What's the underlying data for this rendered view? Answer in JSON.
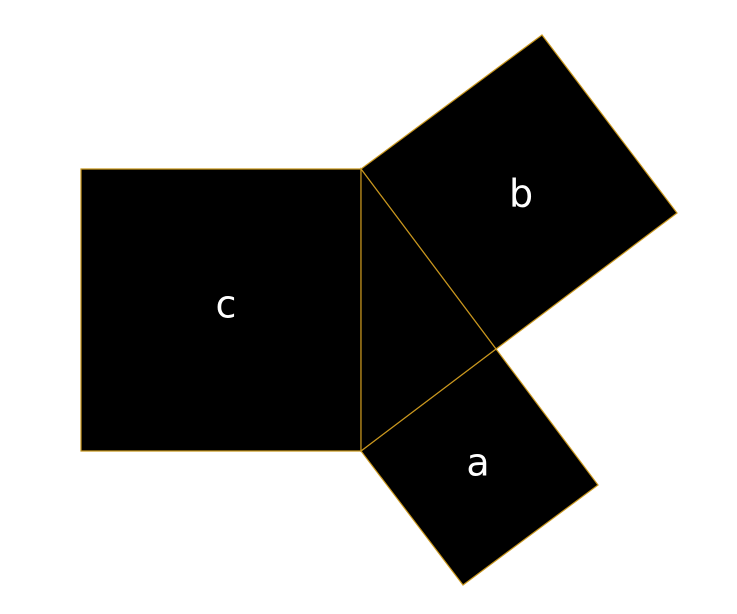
{
  "colors": {
    "background": "#ffffff",
    "fill": "#000000",
    "stroke": "#c8961e",
    "label": "#ffffff"
  },
  "labels": {
    "square_c": "c",
    "square_b": "b",
    "square_a": "a"
  }
}
